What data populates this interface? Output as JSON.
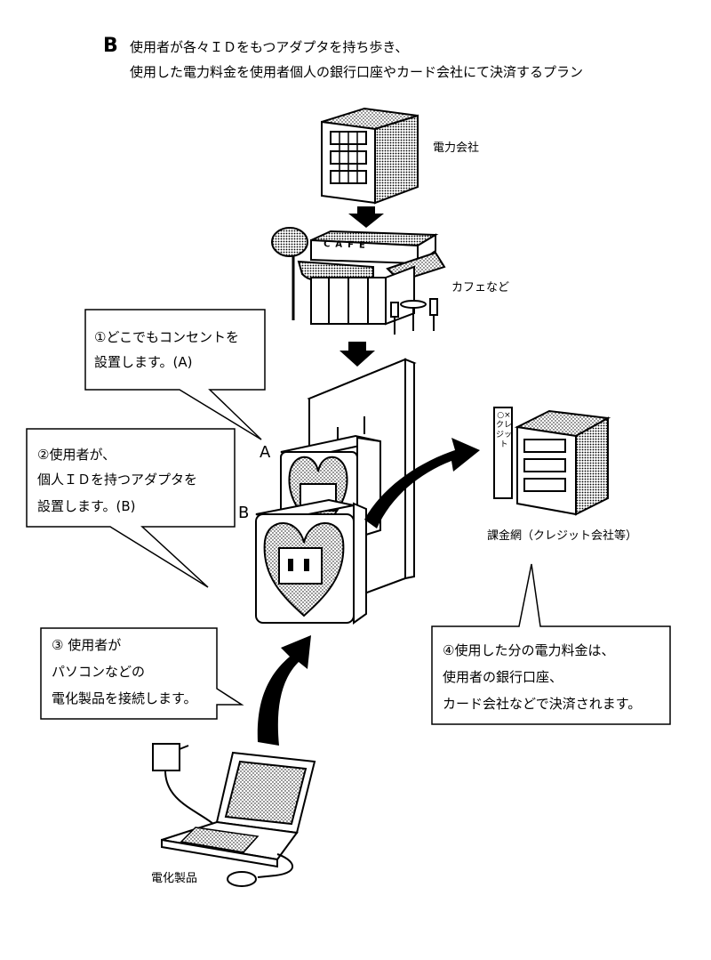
{
  "title": {
    "mark": "B",
    "line1": "使用者が各々ＩＤをもつアダプタを持ち歩き、",
    "line2": "使用した電力料金を使用者個人の銀行口座やカード会社にて決済するプラン"
  },
  "labels": {
    "power_company": "電力会社",
    "cafe": "カフェなど",
    "cafe_sign": "CAFE",
    "billing_network": "課金網（クレジット会社等）",
    "credit_sign": "○×クレジット",
    "appliance": "電化製品",
    "outlet_a": "A",
    "outlet_b": "B"
  },
  "callouts": {
    "one": [
      "①どこでもコンセントを",
      "設置します。(A)"
    ],
    "two": [
      "②使用者が、",
      "個人ＩＤを持つアダプタを",
      "設置します。(B)"
    ],
    "three": [
      "③ 使用者が",
      "パソコンなどの",
      "電化製品を接続します。"
    ],
    "four": [
      "④使用した分の電力料金は、",
      "使用者の銀行口座、",
      "カード会社などで決済されます。"
    ]
  }
}
